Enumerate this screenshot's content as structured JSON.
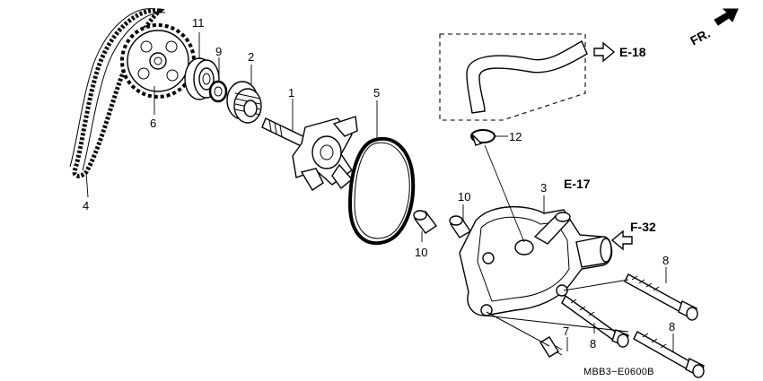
{
  "labels": {
    "p1": "1",
    "p2": "2",
    "p3": "3",
    "p4": "4",
    "p5": "5",
    "p6": "6",
    "p7": "7",
    "p8a": "8",
    "p8b": "8",
    "p8c": "8",
    "p9": "9",
    "p10a": "10",
    "p10b": "10",
    "p11": "11",
    "p12": "12"
  },
  "refs": {
    "e18": "E-18",
    "e17": "E-17",
    "f32": "F-32",
    "fr": "FR."
  },
  "diagram_code": "MBB3−E0600B"
}
